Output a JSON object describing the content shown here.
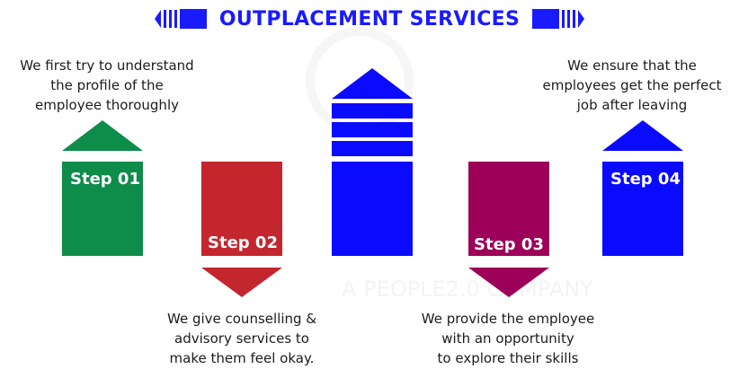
{
  "title": "OUTPLACEMENT SERVICES",
  "watermark": "A PEOPLE2.0 COMPANY",
  "colors": {
    "title": "#1a1aff",
    "step1": "#0e8c4a",
    "step2": "#c4262e",
    "center": "#0a0aff",
    "step3": "#9c0059",
    "step4": "#0a0aff"
  },
  "steps": [
    {
      "label": "Step 01",
      "lines": [
        "We first try to understand",
        "the profile of the",
        "employee thoroughly"
      ]
    },
    {
      "label": "Step 02",
      "lines": [
        "We give counselling &",
        "advisory services to",
        "make them feel okay."
      ]
    },
    {
      "label": "Step 03",
      "lines": [
        "We provide the employee",
        "with an opportunity",
        "to explore their skills"
      ]
    },
    {
      "label": "Step 04",
      "lines": [
        "We ensure that the",
        "employees get the perfect",
        "job after leaving"
      ]
    }
  ]
}
